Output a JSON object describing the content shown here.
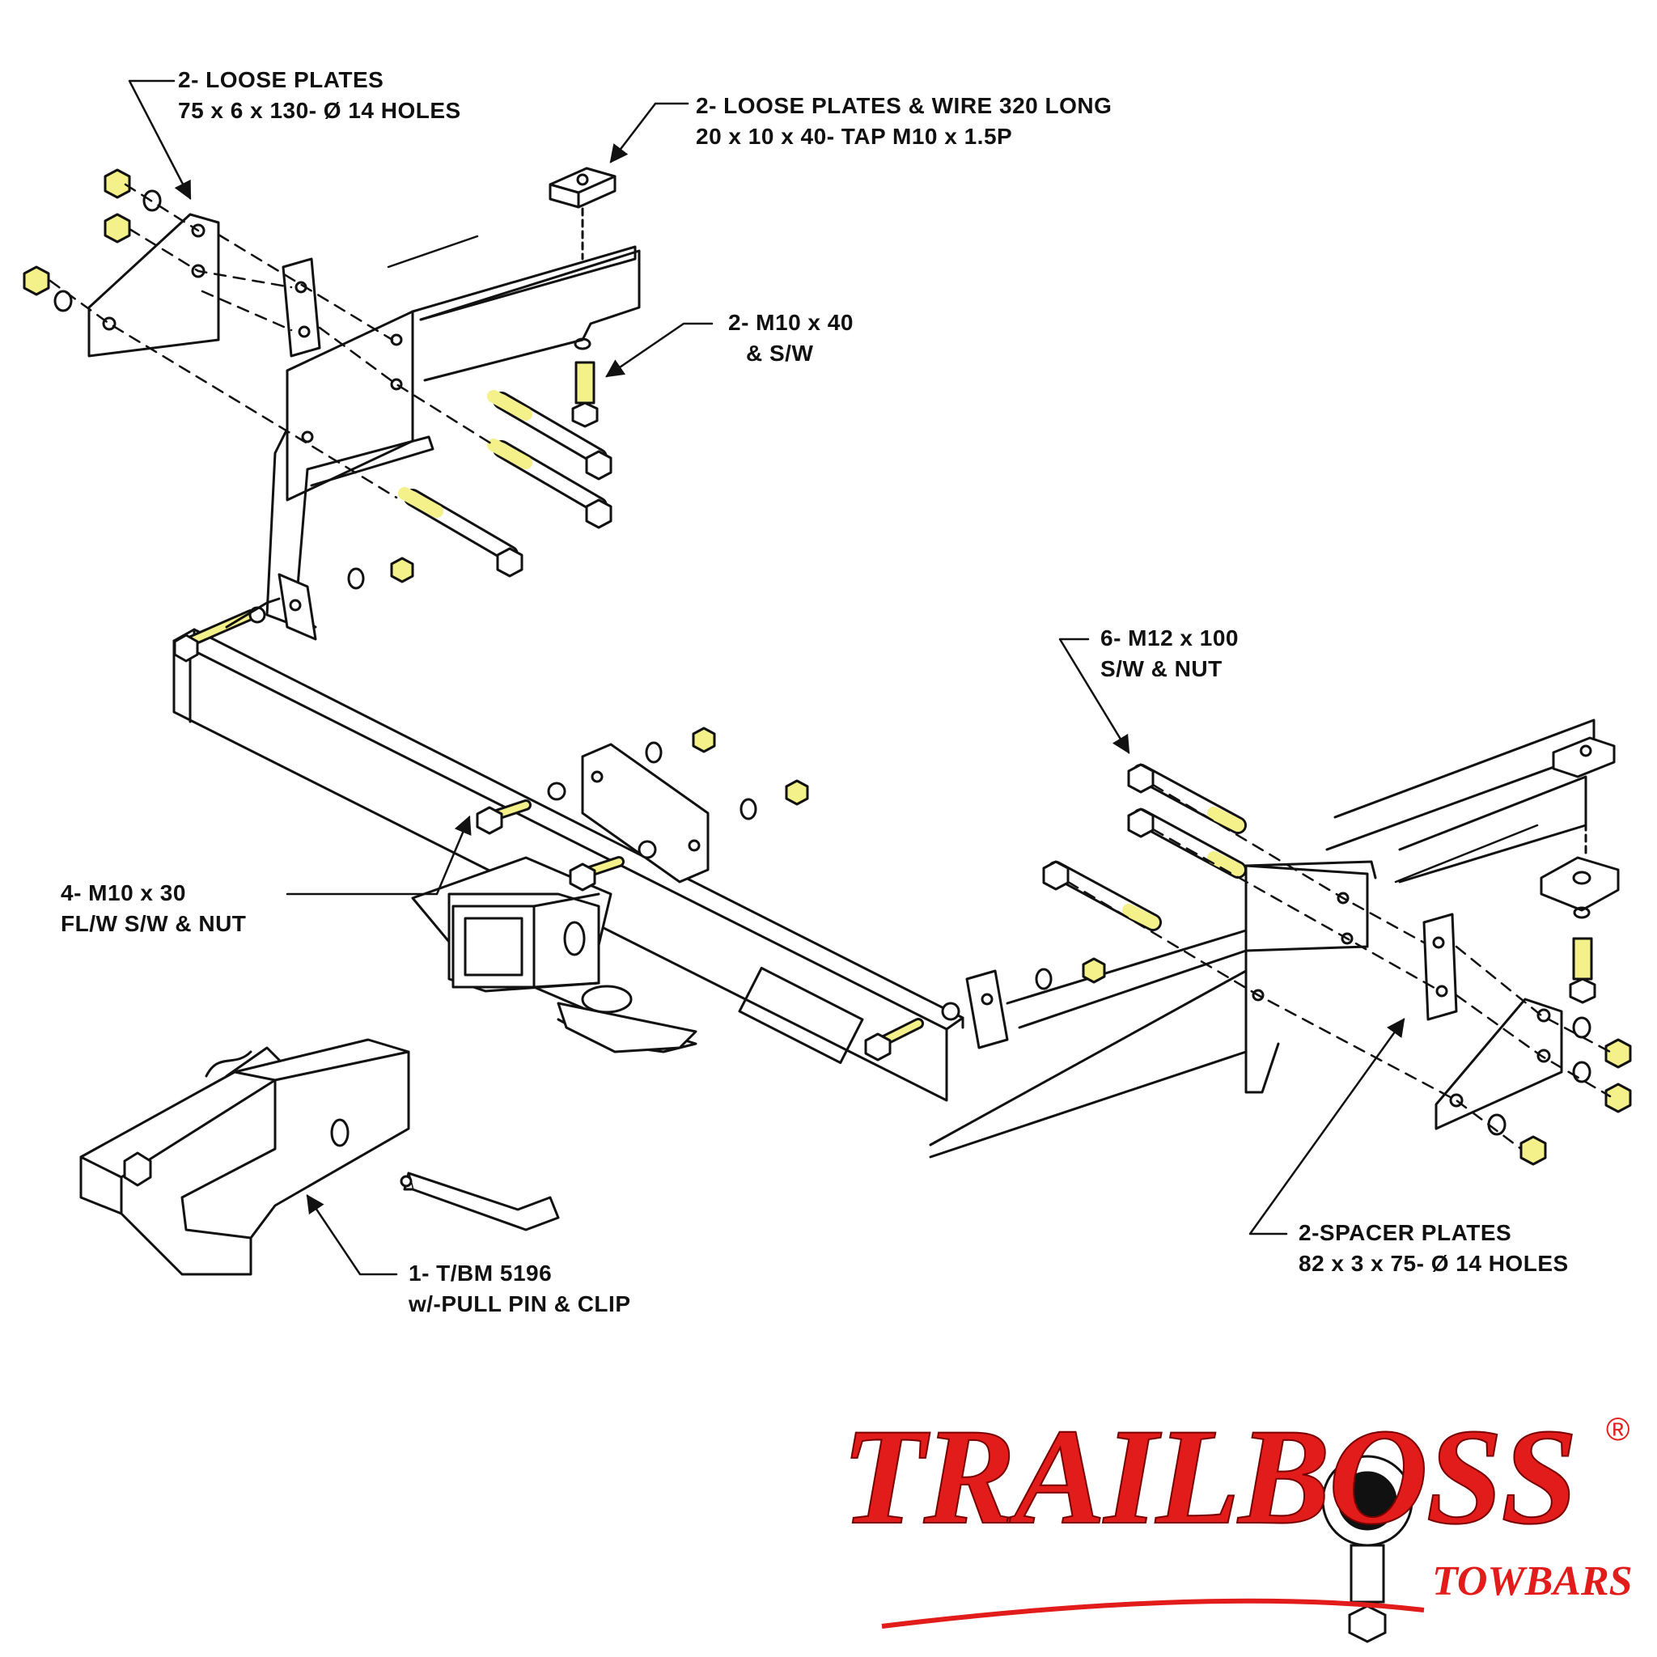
{
  "labels": {
    "loose_plates_left": {
      "line1": "2- LOOSE PLATES",
      "line2": "75 x 6 x 130- Ø 14 HOLES"
    },
    "loose_plates_wire": {
      "line1": "2- LOOSE PLATES & WIRE 320 LONG",
      "line2": "20 x 10 x 40- TAP M10 x 1.5P"
    },
    "bolt_m10x40": {
      "line1": "2- M10 x 40",
      "line2": "& S/W"
    },
    "bolt_m12x100": {
      "line1": "6- M12 x 100",
      "line2": "S/W & NUT"
    },
    "bolt_m10x30": {
      "line1": "4- M10 x 30",
      "line2": "FL/W S/W & NUT"
    },
    "tongue": {
      "line1": "1- T/BM 5196",
      "line2": "w/-PULL PIN & CLIP"
    },
    "spacer_plates": {
      "line1": "2-SPACER PLATES",
      "line2": "82 x 3 x 75- Ø 14 HOLES"
    }
  },
  "logo": {
    "brand": "TRAILBOSS",
    "sub": "TOWBARS",
    "registered": "®"
  },
  "colors": {
    "line": "#111111",
    "thread_highlight": "#f4f08a",
    "brand_red": "#e21b1b"
  }
}
